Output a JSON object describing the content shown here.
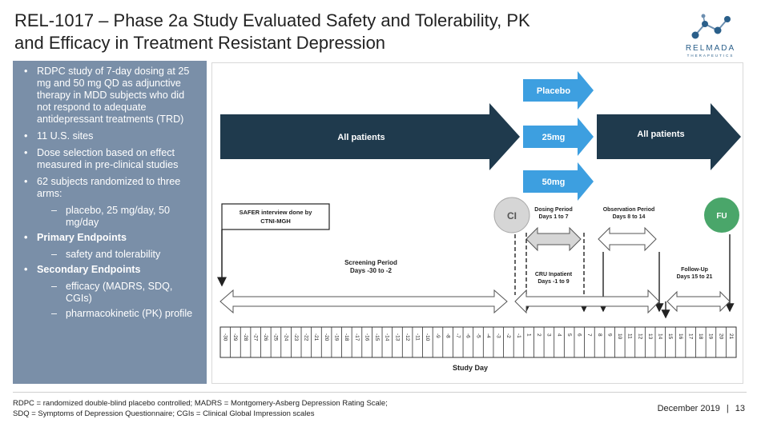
{
  "slide": {
    "title_line1": "REL-1017 – Phase 2a Study Evaluated Safety and Tolerability, PK",
    "title_line2": "and Efficacy in Treatment Resistant Depression",
    "logo_name": "RELMADA",
    "logo_sub": "THERAPEUTICS",
    "date": "December 2019",
    "separator": "|",
    "page": "13"
  },
  "sidebar": {
    "b1": "RDPC study of 7-day dosing at 25 mg and 50 mg QD as adjunctive therapy in MDD subjects who did not respond to adequate antidepressant treatments (TRD)",
    "b2": "11 U.S. sites",
    "b3": "Dose selection based on effect measured in pre-clinical studies",
    "b4": "62 subjects randomized to three arms:",
    "b4_sub": "placebo, 25 mg/day, 50 mg/day",
    "b5": "Primary Endpoints",
    "b5_sub": "safety and tolerability",
    "b6": "Secondary Endpoints",
    "b6_sub1": "efficacy (MADRS, SDQ, CGIs)",
    "b6_sub2": "pharmacokinetic (PK) profile"
  },
  "diagram": {
    "all_patients_left": "All patients",
    "placebo": "Placebo",
    "dose25": "25mg",
    "dose50": "50mg",
    "all_patients_right": "All patients",
    "safer_line1": "SAFER interview done by",
    "safer_line2": "CTNI-MGH",
    "ci": "CI",
    "fu": "FU",
    "dosing_line1": "Dosing Period",
    "dosing_line2": "Days 1 to 7",
    "obs_line1": "Observation Period",
    "obs_line2": "Days 8 to 14",
    "screen_line1": "Screening Period",
    "screen_line2": "Days -30 to -2",
    "cru_line1": "CRU Inpatient",
    "cru_line2": "Days -1 to 9",
    "followup_line1": "Follow-Up",
    "followup_line2": "Days 15 to 21",
    "axis_label": "Study Day",
    "days": [
      "-30",
      "-29",
      "-28",
      "-27",
      "-26",
      "-25",
      "-24",
      "-23",
      "-22",
      "-21",
      "-20",
      "-19",
      "-18",
      "-17",
      "-16",
      "-15",
      "-14",
      "-13",
      "-12",
      "-11",
      "-10",
      "-9",
      "-8",
      "-7",
      "-6",
      "-5",
      "-4",
      "-3",
      "-2",
      "-1",
      "1",
      "2",
      "3",
      "4",
      "5",
      "6",
      "7",
      "8",
      "9",
      "10",
      "11",
      "12",
      "13",
      "14",
      "15",
      "16",
      "17",
      "18",
      "19",
      "20",
      "21"
    ],
    "colors": {
      "dark": "#1f3a4d",
      "blue": "#3d9fe0",
      "green": "#4aa66a",
      "gray": "#d6d6d6"
    }
  },
  "footnote": {
    "line1": "RDPC = randomized double-blind placebo controlled; MADRS = Montgomery-Asberg Depression Rating Scale;",
    "line2": "SDQ = Symptoms of Depression Questionnaire; CGIs = Clinical Global Impression scales"
  }
}
